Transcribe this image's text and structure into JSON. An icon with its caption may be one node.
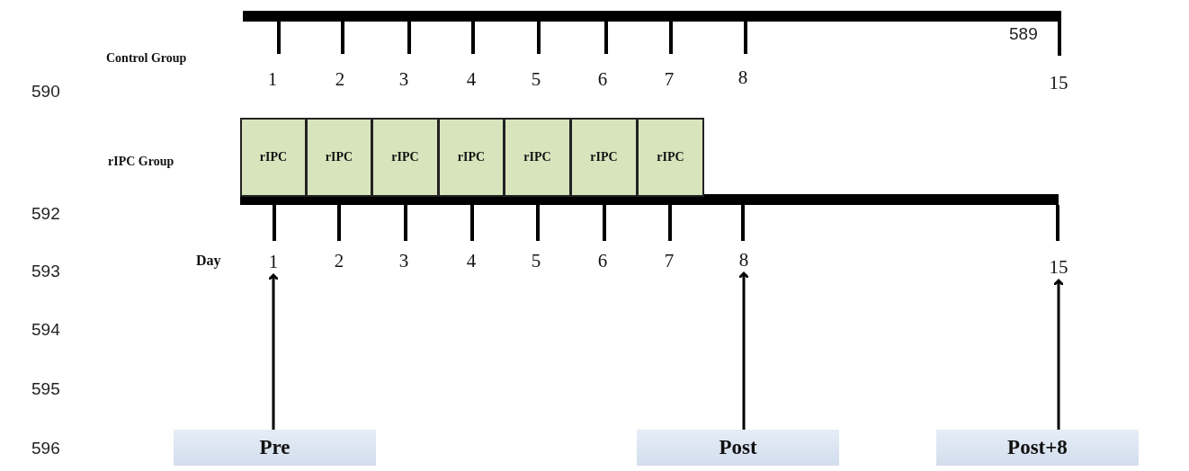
{
  "diagram": {
    "nodes": [
      {
        "text": [
          "rIPC"
        ]
      },
      {
        "text": [
          "rIPC"
        ]
      },
      {
        "text": [
          "rIPC"
        ]
      },
      {
        "text": [
          "rIPC"
        ]
      },
      {
        "text": [
          "rIPC"
        ]
      },
      {
        "text": [
          "rIPC"
        ]
      },
      {
        "text": [
          "rIPC"
        ]
      },
      {
        "text": [
          "Pre"
        ]
      },
      {
        "text": [
          "Post"
        ]
      },
      {
        "text": [
          "Post+8"
        ]
      },
      {
        "text": [
          "1"
        ]
      },
      {
        "text": [
          "8"
        ]
      },
      {
        "text": [
          "15"
        ]
      }
    ],
    "edges": [
      {
        "from": 7,
        "to": 10,
        "arrow": "to"
      },
      {
        "from": 8,
        "to": 11,
        "arrow": "to"
      },
      {
        "from": 9,
        "to": 12,
        "arrow": "to"
      }
    ],
    "labels": [
      "589",
      "Control Group",
      "590",
      "1",
      "2",
      "3",
      "4",
      "5",
      "6",
      "7",
      "8",
      "15",
      "rIPC Group",
      "592",
      "Day",
      "593",
      "2",
      "3",
      "4",
      "5",
      "6",
      "7",
      "594",
      "595",
      "596"
    ]
  }
}
